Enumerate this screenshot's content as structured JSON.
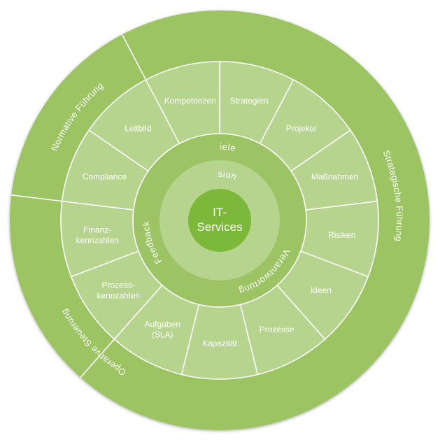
{
  "center": {
    "line1": "IT-",
    "line2": "Services"
  },
  "inner_ring": {
    "vision": "Vision"
  },
  "middle_ring": {
    "top": "Ziele",
    "left": "Feedback",
    "right": "Verantwortung"
  },
  "segments": [
    "Strategien",
    "Projekte",
    "Maßnahmen",
    "Risiken",
    "Ideen",
    "Prozesse",
    "Kapazität",
    [
      "Aufgaben",
      "(SLA)"
    ],
    [
      "Prozess-",
      "kennzahlen"
    ],
    [
      "Finanz-",
      "kennzahlen"
    ],
    "Compliance",
    "Leitbild",
    "Kompetenzen"
  ],
  "outer_ring": {
    "strategic": "Strategische Führung",
    "normative": "Normative Führung",
    "operative": "Operative Steuerung"
  },
  "colors": {
    "outer": "#9cc464",
    "segment": "#b7d48e",
    "middle": "#9cc464",
    "inner": "#b7d48e",
    "center": "#7cb83a",
    "line": "#ffffff"
  }
}
